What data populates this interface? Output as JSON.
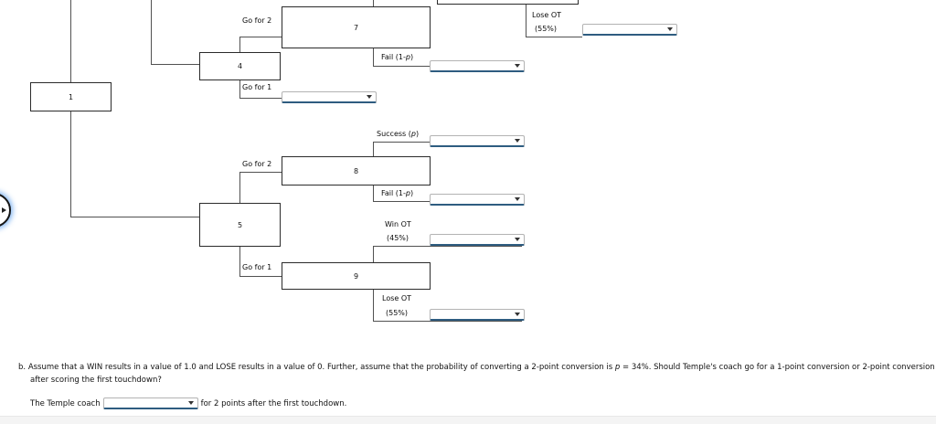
{
  "tree": {
    "nodes": {
      "n1": "1",
      "n4": "4",
      "n5": "5",
      "n7": "7",
      "n8": "8",
      "n9": "9"
    },
    "branches": {
      "n4_go_for_2": "Go for 2",
      "n4_go_for_1": "Go for 1",
      "n5_go_for_2": "Go for 2",
      "n5_go_for_1": "Go for 1"
    },
    "chance": {
      "success_pre": "Success (",
      "fail_pre": "Fail (1-",
      "p_var": "p",
      "paren_close": ")",
      "win_ot": "Win OT",
      "win_ot_pct": "(45%)",
      "lose_ot": "Lose OT",
      "lose_ot_pct": "(55%)"
    },
    "selects": {
      "lose_ot_top_value": "",
      "fail_node7_value": "",
      "go_for_1_node4_value": "",
      "success_node8_value": "",
      "fail_node8_value": "",
      "win_ot_node9_value": "",
      "lose_ot_node9_value": ""
    }
  },
  "question": {
    "label": "b.",
    "part1": "Assume that a WIN results in a value of 1.0 and LOSE results in a value of 0. Further, assume that the probability of converting a 2-point conversion is ",
    "p_var": "p",
    "part2": " = 34%. Should Temple's coach go for a 1-point conversion or 2-point conversion after scoring the first touchdown?"
  },
  "answer": {
    "prefix": "The Temple coach",
    "select_value": "",
    "suffix": "for 2 points after the first touchdown."
  },
  "colors": {
    "line": "#515151",
    "box_border": "#2b2b2b",
    "select_border": "#b3b3b3",
    "select_underline": "#2e5c80",
    "footer_bg": "#f4f4f4"
  }
}
